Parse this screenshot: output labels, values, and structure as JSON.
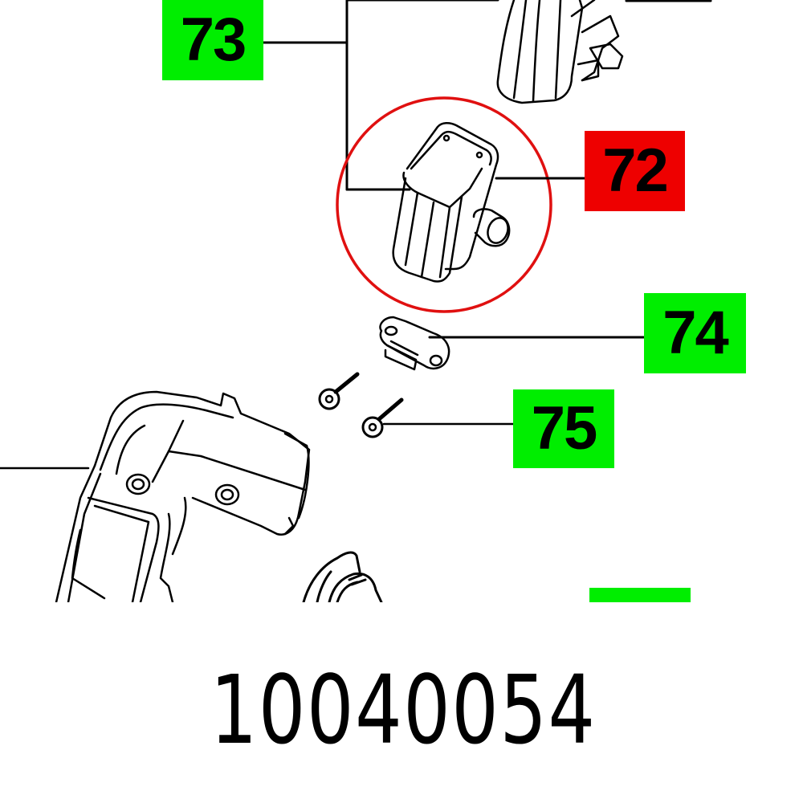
{
  "diagram": {
    "type": "exploded-parts-drawing",
    "callouts": [
      {
        "id": "73",
        "label": "73",
        "color": "#00ee00",
        "state": "normal"
      },
      {
        "id": "72",
        "label": "72",
        "color": "#ee0000",
        "state": "highlighted"
      },
      {
        "id": "74",
        "label": "74",
        "color": "#00ee00",
        "state": "normal"
      },
      {
        "id": "75",
        "label": "75",
        "color": "#00ee00",
        "state": "normal"
      }
    ],
    "highlight_circle_color": "#e01010",
    "parts": [
      {
        "name": "upper-housing-cap",
        "callout": "73"
      },
      {
        "name": "switch-cap",
        "callout": "72"
      },
      {
        "name": "clamp-bracket",
        "callout": "74"
      },
      {
        "name": "screw",
        "callout": "75"
      },
      {
        "name": "handle-housing",
        "callout": ""
      },
      {
        "name": "lower-part-partial",
        "callout": ""
      }
    ],
    "partial_callout_bar_color": "#00ee00"
  },
  "part_number": "10040054"
}
